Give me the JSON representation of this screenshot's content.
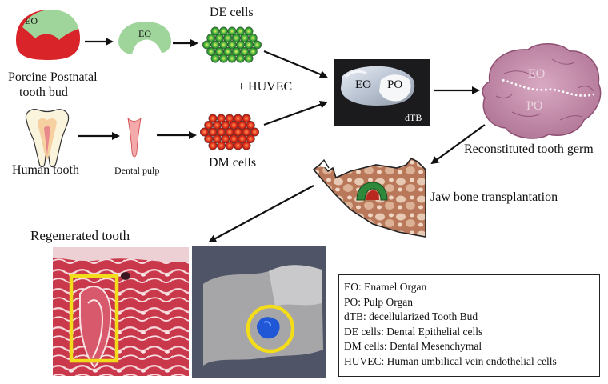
{
  "labels": {
    "eo": "EO",
    "po": "PO",
    "dtb": "dTB",
    "porcine_line1": "Porcine Postnatal",
    "porcine_line2": "tooth bud",
    "human_tooth": "Human tooth",
    "dental_pulp": "Dental pulp",
    "de_cells": "DE cells",
    "dm_cells": "DM cells",
    "huvec_add": "+ HUVEC",
    "reconstituted": "Reconstituted tooth germ",
    "jaw_transplant": "Jaw bone transplantation",
    "regenerated": "Regenerated tooth"
  },
  "legend": [
    "EO: Enamel Organ",
    "PO: Pulp Organ",
    "dTB: decellularized Tooth Bud",
    "DE cells: Dental Epithelial cells",
    "DM cells: Dental Mesenchymal",
    "HUVEC: Human umbilical vein endothelial cells"
  ],
  "colors": {
    "bud_red": "#d9242a",
    "bud_green": "#9fd49a",
    "de_cell": "#2e9a35",
    "dm_cell": "#d8321e",
    "highlight_yellow": "#f3dc1a",
    "marker_blue": "#1f57d6"
  }
}
